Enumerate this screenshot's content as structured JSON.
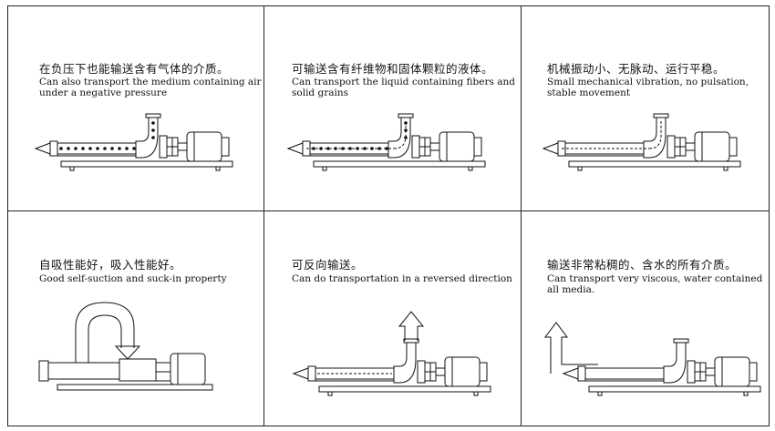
{
  "panels": [
    {
      "zh": "在负压下也能输送含有气体的介质。",
      "en": "Can also transport the medium containing air\nunder a negative pressure",
      "variant": "air"
    },
    {
      "zh": "可输送含有纤维物和固体颗粒的液体。",
      "en": "Can transport the liquid containing fibers and\nsolid grains",
      "variant": "grains"
    },
    {
      "zh": "机械振动小、无脉动、运行平稳。",
      "en": "Small mechanical vibration, no pulsation,\nstable movement",
      "variant": "smooth"
    },
    {
      "zh": "自吸性能好，吸入性能好。",
      "en": "Good self-suction and suck-in property",
      "variant": "suction"
    },
    {
      "zh": "可反向输送。",
      "en": "Can do transportation in a reversed direction",
      "variant": "reverse"
    },
    {
      "zh": "输送非常粘稠的、含水的所有介质。",
      "en": "Can transport very viscous, water contained\nall media.",
      "variant": "viscous"
    }
  ]
}
